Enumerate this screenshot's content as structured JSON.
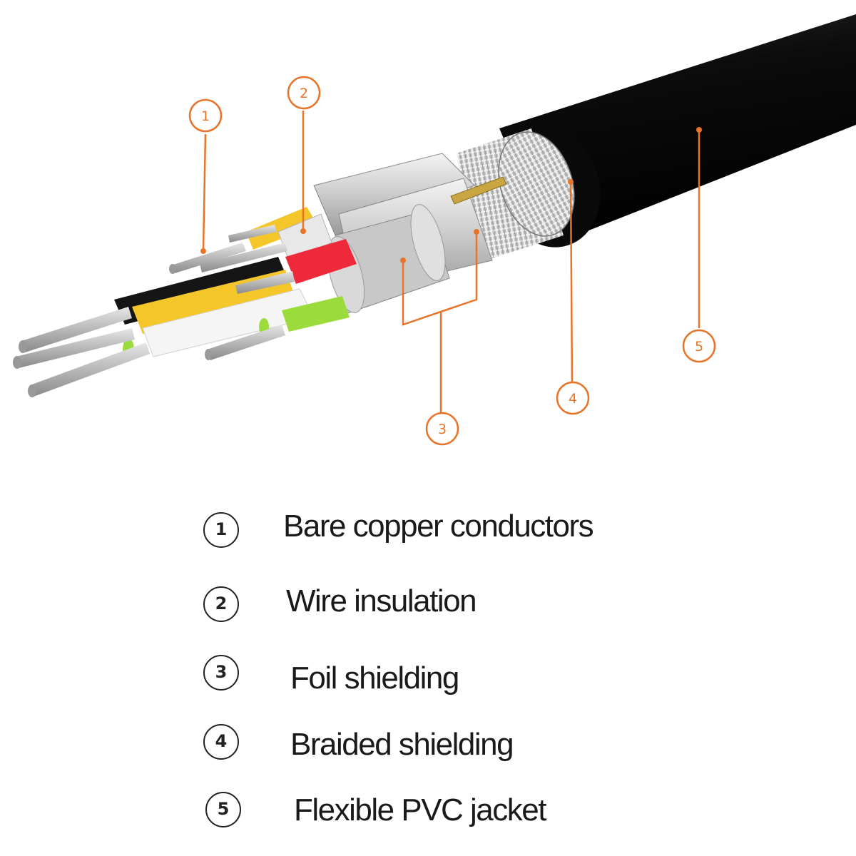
{
  "callouts": [
    {
      "number": "1"
    },
    {
      "number": "2"
    },
    {
      "number": "3"
    },
    {
      "number": "4"
    },
    {
      "number": "5"
    }
  ],
  "legend": [
    {
      "number": "1",
      "label": "Bare copper conductors"
    },
    {
      "number": "2",
      "label": "Wire insulation"
    },
    {
      "number": "3",
      "label": "Foil shielding"
    },
    {
      "number": "4",
      "label": "Braided shielding"
    },
    {
      "number": "5",
      "label": "Flexible PVC jacket"
    }
  ],
  "colors": {
    "accent": "#e8742a",
    "jacket": "#0e0e0e",
    "text": "#1a1a1a"
  }
}
